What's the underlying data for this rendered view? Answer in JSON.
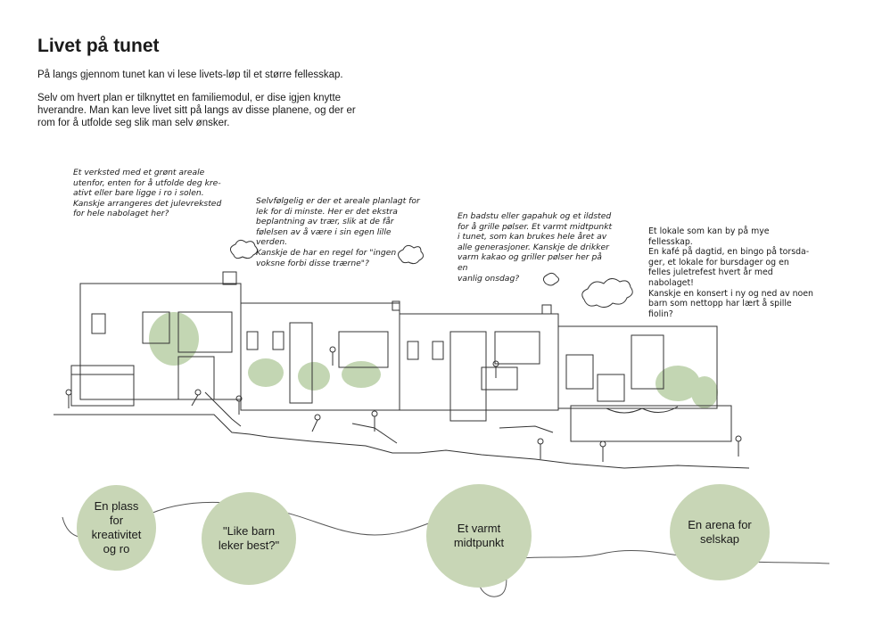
{
  "heading": "Livet på tunet",
  "intro": [
    "På langs gjennom tunet kan vi lese livets-løp til et større fellesskap.",
    "Selv om hvert plan er tilknyttet en familiemodul, er dise igjen knytte hverandre. Man kan leve livet sitt på langs av disse planene, og der er rom for å utfolde seg slik man selv ønsker."
  ],
  "notes": [
    "Et verksted med et grønt areale\nutenfor, enten for å utfolde deg kre-\nativt eller bare ligge i ro i solen.\nKanskje arrangeres det julevreksted\nfor hele nabolaget her?",
    "Selvfølgelig er der et areale planlagt for\nlek for di minste. Her er det ekstra\nbeplantning av trær, slik at de får\nfølelsen av å være i sin egen lille verden.\nKanskje de har en regel for \"ingen\nvoksne forbi disse trærne\"?",
    "En badstu eller gapahuk og et ildsted\nfor å grille pølser. Et varmt midtpunkt\ni tunet, som kan brukes hele året av\nalle generasjoner. Kanskje de drikker\nvarm kakao og griller pølser her på en\nvanlig onsdag?",
    "Et lokale som kan by på mye fellesskap.\nEn kafé på dagtid, en bingo på torsda-\nger, et lokale for bursdager og en\nfelles juletrefest hvert år med nabolaget!\nKanskje en konsert i ny og ned av noen\nbarn som nettopp har lært å spille fiolin?"
  ],
  "circles": [
    "En plass for kreativitet og ro",
    "\"Like barn leker best?\"",
    "Et varmt midtpunkt",
    "En arena for selskap"
  ],
  "colors": {
    "green": "#c8d6b6",
    "tree_green": "#b9cfa6",
    "line": "#333333"
  }
}
